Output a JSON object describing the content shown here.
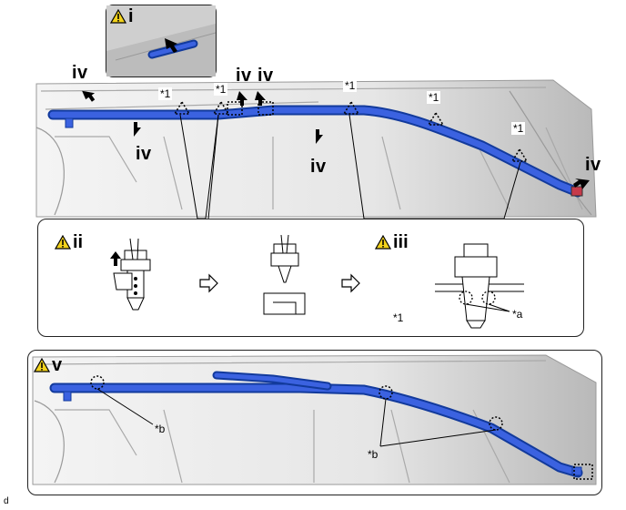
{
  "callouts": {
    "i": "i",
    "ii": "ii",
    "iii": "iii",
    "v": "v",
    "iv": "iv",
    "star1": "*1",
    "star_a": "*a",
    "star_b": "*b"
  },
  "figure_tag": "d",
  "colors": {
    "harness": "#2f55d4",
    "harness_edge": "#123a9c",
    "panel_bg": "#ececec",
    "warning": "#f2d21c"
  },
  "icons": [
    "warning-triangle-icon",
    "arrow-icon",
    "hollow-arrow-icon",
    "clip-icon"
  ]
}
